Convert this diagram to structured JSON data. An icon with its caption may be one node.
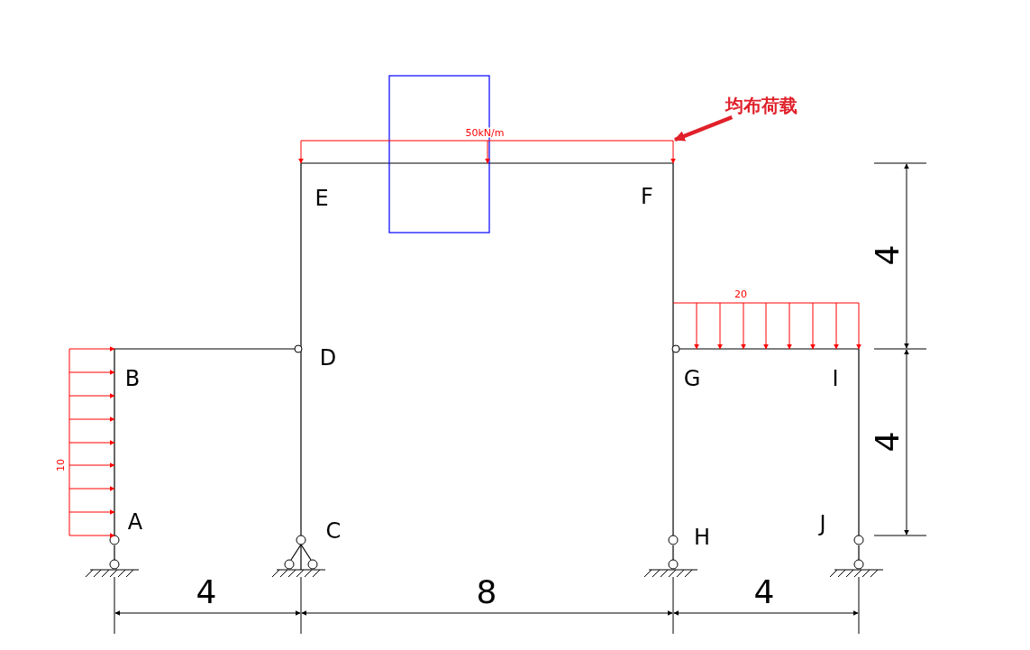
{
  "diagram": {
    "nodes": [
      {
        "text": [
          "均布荷载"
        ]
      },
      {
        "text": [],
        "shape": "box",
        "beside": [
          "50kN/m"
        ]
      },
      {
        "text": [],
        "shape": "box",
        "beside": [
          "20"
        ]
      },
      {
        "text": [],
        "shape": "box",
        "beside": [
          "10"
        ]
      }
    ],
    "edges": [
      {
        "from": 0,
        "to": 1,
        "arrow": "to",
        "color": "#e0202a"
      }
    ],
    "labels": [
      "E",
      "F",
      "4",
      "D",
      "B",
      "G",
      "I",
      "4",
      "A",
      "C",
      "H",
      "J",
      "4",
      "8",
      "4"
    ]
  }
}
